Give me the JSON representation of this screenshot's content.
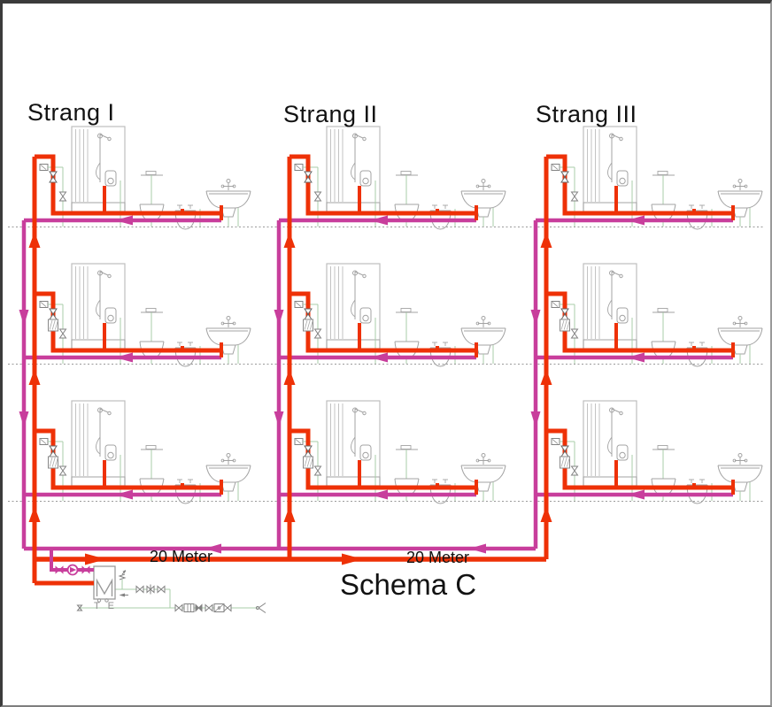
{
  "diagram": {
    "title": "Schema C",
    "strang_labels": [
      "Strang I",
      "Strang II",
      "Strang III"
    ],
    "distance_labels": [
      "20 Meter",
      "20 Meter"
    ],
    "heater_text": "T E",
    "strang_count": 3,
    "floor_count": 3,
    "colors": {
      "hot_supply": "#ee3107",
      "circulation": "#c83e9c",
      "cold_pipe": "#a8cda8",
      "fixtures": "#a3a3a3",
      "cabinet": "#bdbdbd",
      "symbol": "#828282",
      "heater_outline": "#9a9a9a",
      "floor_line": "#9a9a9a",
      "text": "#121212"
    }
  }
}
